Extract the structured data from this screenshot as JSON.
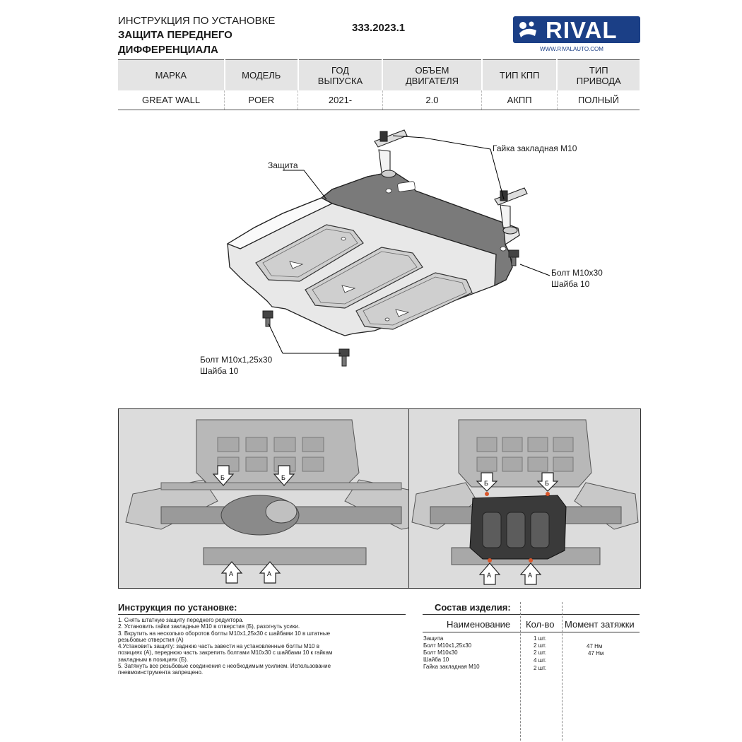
{
  "header": {
    "line1": "ИНСТРУКЦИЯ ПО УСТАНОВКЕ",
    "line2": "ЗАЩИТА ПЕРЕДНЕГО",
    "line3": "ДИФФЕРЕНЦИАЛА",
    "part_number": "333.2023.1",
    "logo_text": "RIVAL",
    "logo_url": "WWW.RIVALAUTO.COM",
    "brand_color": "#1b3f86"
  },
  "spec_table": {
    "headers": [
      "МАРКА",
      "МОДЕЛЬ",
      "ГОД\nВЫПУСКА",
      "ОБЪЕМ\nДВИГАТЕЛЯ",
      "ТИП КПП",
      "ТИП\nПРИВОДА"
    ],
    "row": [
      "GREAT WALL",
      "POER",
      "2021-",
      "2.0",
      "АКПП",
      "ПОЛНЫЙ"
    ]
  },
  "diagram": {
    "label_shield": "Защита",
    "label_nut": "Гайка закладная М10",
    "label_bolt_m10x30": "Болт М10х30",
    "label_washer_right": "Шайба 10",
    "label_bolt_m10x125": "Болт М10х1,25х30",
    "label_washer_left": "Шайба 10"
  },
  "photos": {
    "marker_a": "А",
    "marker_b": "Б"
  },
  "instructions": {
    "title": "Инструкция по установке:",
    "lines": [
      "1. Снять штатную защиту переднего редуктора.",
      "2. Установить гайки закладные М10 в отверстия (Б), разогнуть усики.",
      "3. Вкрутить на несколько оборотов болты М10х1,25х30 с шайбами 10 в штатные",
      "резьбовые отверстия (А)",
      "4.Установить защиту: заднюю часть завести на установленные болты М10 в",
      "позициях (А), переднюю часть закрепить болтами М10х30 с шайбами 10 к гайкам",
      "закладным в позициях (Б).",
      "5. Затянуть все резьбовые соединения с необходимым усилием. Использование",
      "пневмоинструмента запрещено."
    ]
  },
  "composition": {
    "title": "Состав изделия:",
    "col_name": "Наименование",
    "col_qty": "Кол-во",
    "col_torque": "Момент затяжки",
    "items": [
      {
        "name": "Защита",
        "qty": "1 шт.",
        "torque": ""
      },
      {
        "name": "Болт М10х1,25х30",
        "qty": "2 шт.",
        "torque": "47 Нм"
      },
      {
        "name": "Болт М10х30",
        "qty": "2 шт.",
        "torque": "47 Нм"
      },
      {
        "name": "Шайба 10",
        "qty": "4 шт.",
        "torque": ""
      },
      {
        "name": "Гайка закладная М10",
        "qty": "2 шт.",
        "torque": ""
      }
    ]
  }
}
